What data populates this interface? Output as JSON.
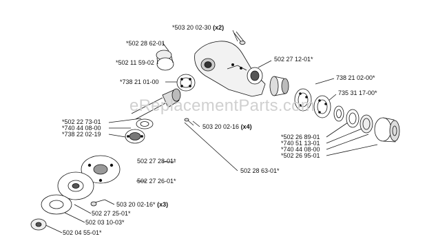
{
  "watermark": "eReplacementParts.com",
  "labels": {
    "p_503_20_02_30": "*503 20 02-30",
    "p_503_20_02_30_qty": "(x2)",
    "p_502_28_62_01": "*502 28 62-01",
    "p_502_11_59_02": "*502 11 59-02",
    "p_502_27_12_01": "502 27 12-01*",
    "p_738_21_01_00": "*738 21 01-00",
    "p_738_21_02_00": "738 21 02-00*",
    "p_735_31_17_00": "735 31 17-00*",
    "p_502_22_73_01": "*502 22 73-01",
    "p_740_44_08_00_a": "*740 44 08-00",
    "p_738_22_02_19": "*738 22 02-19",
    "p_503_20_02_16_a": "503 20 02-16",
    "p_503_20_02_16_a_qty": "(x4)",
    "p_502_26_89_01": "*502 26 89-01",
    "p_740_51_13_01": "*740 51 13-01",
    "p_740_44_08_00_b": "*740 44 08-00",
    "p_502_26_95_01": "*502 26 95-01",
    "p_502_27_28_01": "502 27 28-01*",
    "p_502_28_63_01": "502 28 63-01*",
    "p_502_27_26_01": "502 27 26-01*",
    "p_503_20_02_16_b": "503 20 02-16*",
    "p_503_20_02_16_b_qty": "(x3)",
    "p_502_27_25_01": "502 27 25-01*",
    "p_502_03_10_03": "502 03 10-03*",
    "p_502_04_55_01": "502 04 55-01*"
  }
}
